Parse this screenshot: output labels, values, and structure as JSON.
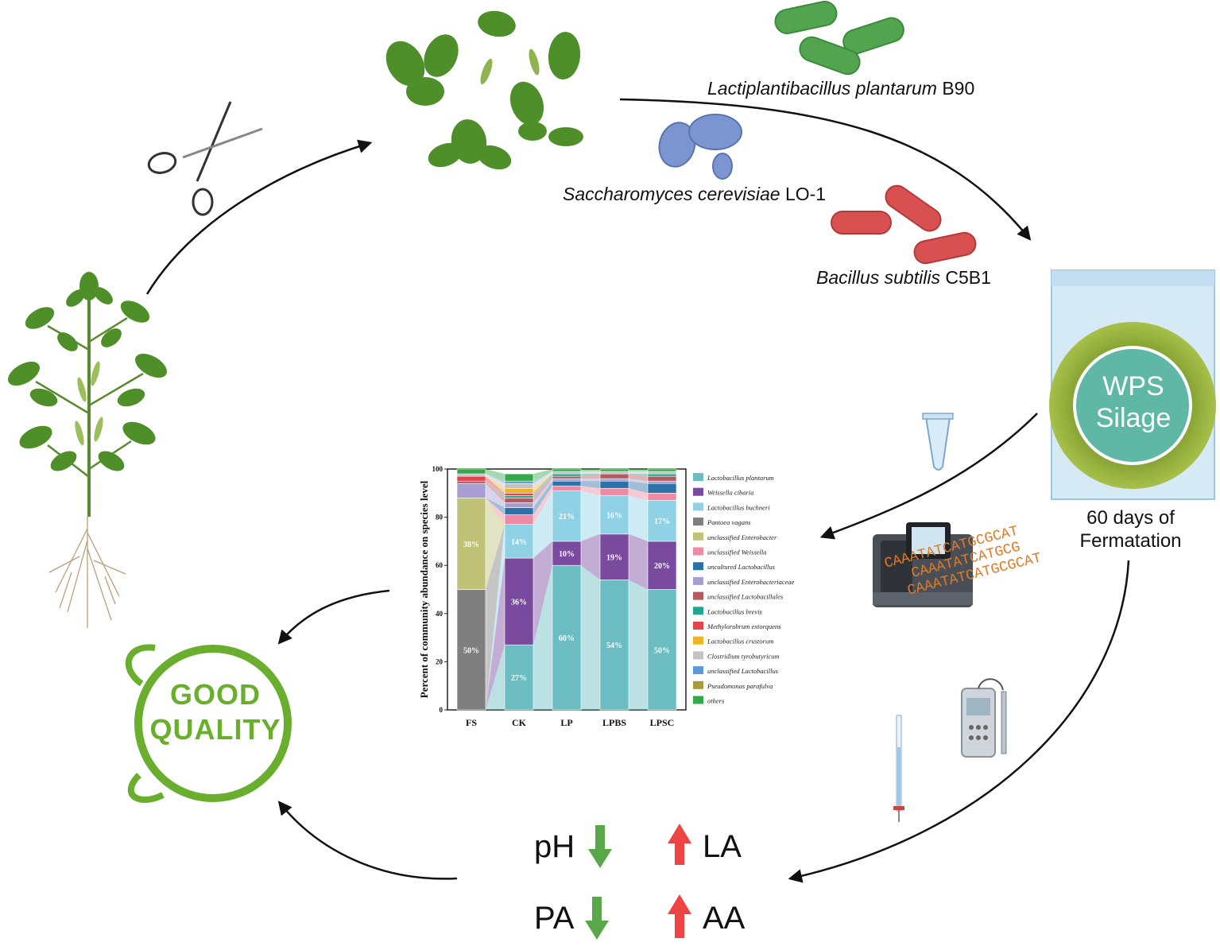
{
  "organisms": [
    {
      "genus_species": "Lactiplantibacillus plantarum",
      "strain": "B90"
    },
    {
      "genus_species": "Saccharomyces cerevisiae",
      "strain": "LO-1"
    },
    {
      "genus_species": "Bacillus subtilis",
      "strain": "C5B1"
    }
  ],
  "silage": {
    "label_line1": "WPS",
    "label_line2": "Silage",
    "duration_line1": "60 days of",
    "duration_line2": "Fermatation"
  },
  "sequence_text": [
    "CAAATATCATGCGCAT",
    "CAAATATCATGCG",
    "CAAATATCATGCGCAT"
  ],
  "indicators": [
    {
      "name": "pH",
      "direction": "down",
      "color": "#58a84a"
    },
    {
      "name": "PA",
      "direction": "down",
      "color": "#58a84a"
    },
    {
      "name": "LA",
      "direction": "up",
      "color": "#ee4444"
    },
    {
      "name": "AA",
      "direction": "up",
      "color": "#ee4444"
    }
  ],
  "quality_badge": {
    "line1": "GOOD",
    "line2": "QUALITY",
    "color": "#6aae2e"
  },
  "chart_data": {
    "type": "bar",
    "stacked": true,
    "ylabel": "Percent of community abundance on species level",
    "ylim": [
      0,
      100
    ],
    "yticks": [
      0,
      20,
      40,
      60,
      80,
      100
    ],
    "categories": [
      "FS",
      "CK",
      "LP",
      "LPBS",
      "LPSC"
    ],
    "legend": [
      {
        "name": "Lactobacillus plantarum",
        "color": "#6bbdc1"
      },
      {
        "name": "Weissella cibaria",
        "color": "#7a4a9f"
      },
      {
        "name": "Lactobacillus buchneri",
        "color": "#8fd2e6"
      },
      {
        "name": "Pantoea vagans",
        "color": "#7f7f7f"
      },
      {
        "name": "unclassified Enterobacter",
        "color": "#bfc277"
      },
      {
        "name": "unclassified Weissella",
        "color": "#ee8aa4"
      },
      {
        "name": "uncultured Lactobacillus",
        "color": "#2a72a8"
      },
      {
        "name": "unclassified Enterobacteriaceae",
        "color": "#a99ed3"
      },
      {
        "name": "unclassified Lactobacillales",
        "color": "#b55a5e"
      },
      {
        "name": "Lactobacillus brevis",
        "color": "#23a58f"
      },
      {
        "name": "Methylorubrum extorquens",
        "color": "#e3434a"
      },
      {
        "name": "Lactobacillus crustorum",
        "color": "#f1b520"
      },
      {
        "name": "Clostridium tyrobutyricum",
        "color": "#c2c2c2"
      },
      {
        "name": "unclassified Lactobacillus",
        "color": "#5b9bd5"
      },
      {
        "name": "Pseudomonas parafulva",
        "color": "#a99a3a"
      },
      {
        "name": "others",
        "color": "#35a84a"
      }
    ],
    "series": [
      {
        "name": "Lactobacillus plantarum",
        "values": [
          0,
          27,
          60,
          54,
          50
        ]
      },
      {
        "name": "Weissella cibaria",
        "values": [
          0,
          36,
          10,
          19,
          20
        ]
      },
      {
        "name": "Lactobacillus buchneri",
        "values": [
          0,
          14,
          21,
          16,
          17
        ]
      },
      {
        "name": "Pantoea vagans",
        "values": [
          50,
          0,
          0,
          0,
          0
        ]
      },
      {
        "name": "unclassified Enterobacter",
        "values": [
          38,
          0,
          0,
          0,
          0
        ]
      },
      {
        "name": "unclassified Weissella",
        "values": [
          0,
          4,
          2,
          3,
          3
        ]
      },
      {
        "name": "uncultured Lactobacillus",
        "values": [
          0,
          3,
          2,
          3,
          4
        ]
      },
      {
        "name": "unclassified Enterobacteriaceae",
        "values": [
          6,
          2,
          1,
          1,
          1
        ]
      },
      {
        "name": "unclassified Lactobacillales",
        "values": [
          1,
          2,
          1,
          2,
          2
        ]
      },
      {
        "name": "Lactobacillus brevis",
        "values": [
          0,
          1,
          1,
          0,
          1
        ]
      },
      {
        "name": "Methylorubrum extorquens",
        "values": [
          2,
          1,
          0,
          0,
          0
        ]
      },
      {
        "name": "Lactobacillus crustorum",
        "values": [
          0,
          2,
          0,
          0,
          0
        ]
      },
      {
        "name": "Clostridium tyrobutyricum",
        "values": [
          1,
          2,
          1,
          1,
          1
        ]
      },
      {
        "name": "unclassified Lactobacillus",
        "values": [
          0,
          1,
          0,
          0,
          0
        ]
      },
      {
        "name": "Pseudomonas parafulva",
        "values": [
          0,
          0,
          0,
          0,
          0
        ]
      },
      {
        "name": "others",
        "values": [
          2,
          3,
          1,
          1,
          1
        ]
      }
    ],
    "data_labels": [
      {
        "category": "FS",
        "series": "Pantoea vagans",
        "text": "50%"
      },
      {
        "category": "FS",
        "series": "unclassified Enterobacter",
        "text": "38%"
      },
      {
        "category": "CK",
        "series": "Lactobacillus plantarum",
        "text": "27%"
      },
      {
        "category": "CK",
        "series": "Weissella cibaria",
        "text": "36%"
      },
      {
        "category": "CK",
        "series": "Lactobacillus buchneri",
        "text": "14%"
      },
      {
        "category": "LP",
        "series": "Lactobacillus plantarum",
        "text": "60%"
      },
      {
        "category": "LP",
        "series": "Weissella cibaria",
        "text": "10%"
      },
      {
        "category": "LP",
        "series": "Lactobacillus buchneri",
        "text": "21%"
      },
      {
        "category": "LPBS",
        "series": "Lactobacillus plantarum",
        "text": "54%"
      },
      {
        "category": "LPBS",
        "series": "Weissella cibaria",
        "text": "19%"
      },
      {
        "category": "LPBS",
        "series": "Lactobacillus buchneri",
        "text": "16%"
      },
      {
        "category": "LPSC",
        "series": "Lactobacillus plantarum",
        "text": "50%"
      },
      {
        "category": "LPSC",
        "series": "Weissella cibaria",
        "text": "20%"
      },
      {
        "category": "LPSC",
        "series": "Lactobacillus buchneri",
        "text": "17%"
      }
    ]
  }
}
